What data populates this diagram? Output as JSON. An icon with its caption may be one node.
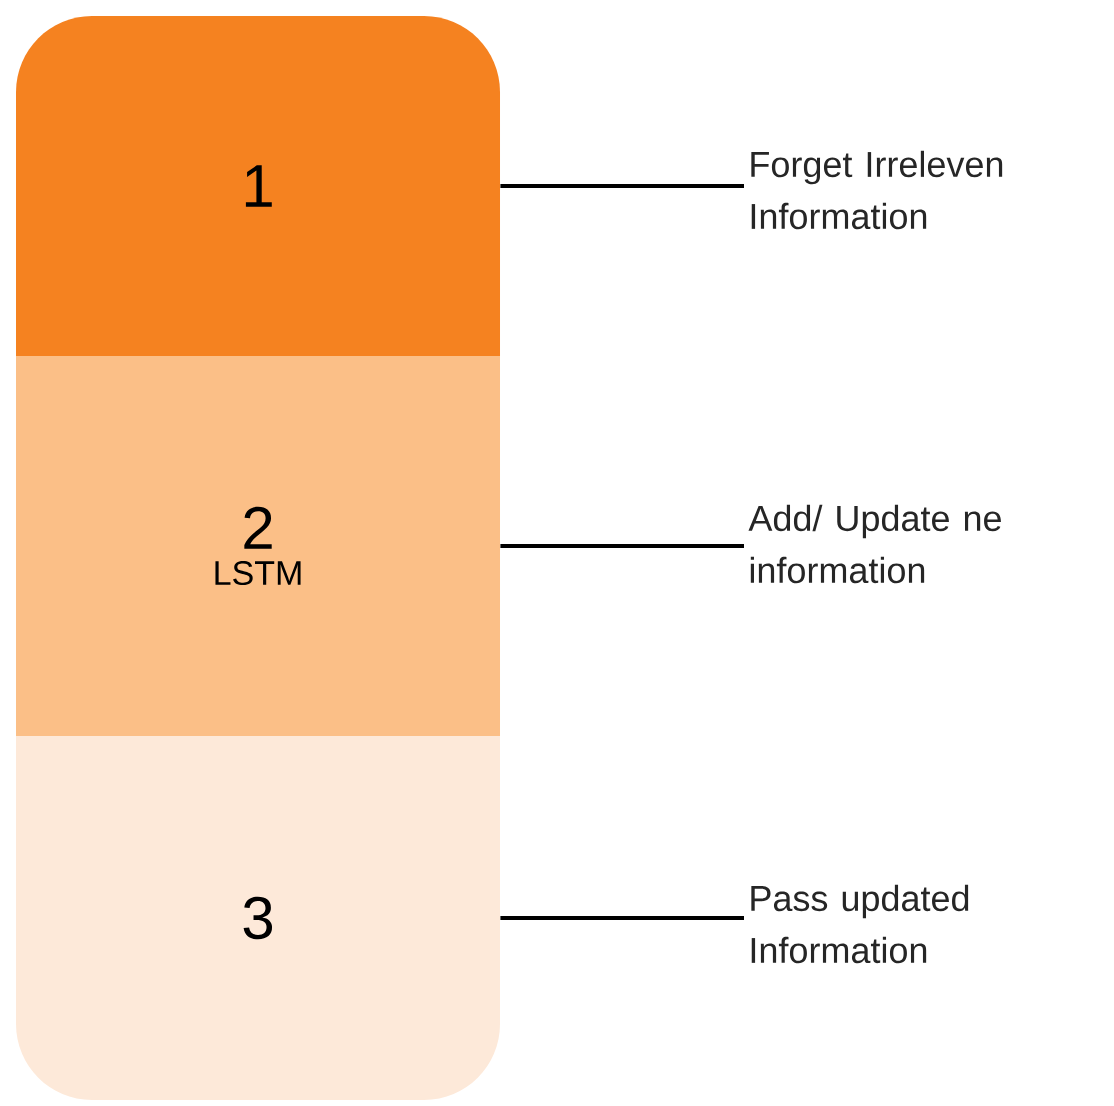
{
  "diagram": {
    "nodes": [
      {
        "text": [
          "1"
        ]
      },
      {
        "text": [
          "2",
          "LSTM"
        ]
      },
      {
        "text": [
          "3"
        ]
      },
      {
        "text": [
          "Forget Irreleven Information"
        ]
      },
      {
        "text": [
          "Add/ Update ne information"
        ]
      },
      {
        "text": [
          "Pass updated Information"
        ]
      }
    ],
    "edges": [
      {
        "from": 0,
        "to": 3,
        "arrow": "none"
      },
      {
        "from": 1,
        "to": 4,
        "arrow": "none"
      },
      {
        "from": 2,
        "to": 5,
        "arrow": "none"
      }
    ]
  }
}
